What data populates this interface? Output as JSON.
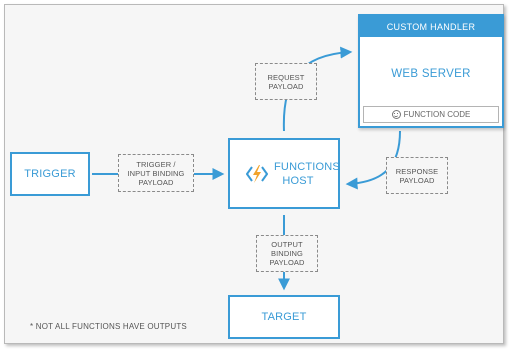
{
  "nodes": {
    "trigger": "TRIGGER",
    "functions_host": "FUNCTIONS\nHOST",
    "target": "TARGET"
  },
  "custom_handler": {
    "header": "CUSTOM HANDLER",
    "server": "WEB SERVER",
    "function_code": "FUNCTION CODE"
  },
  "payloads": {
    "trigger_input": "TRIGGER /\nINPUT BINDING\nPAYLOAD",
    "request": "REQUEST\nPAYLOAD",
    "response": "RESPONSE\nPAYLOAD",
    "output": "OUTPUT\nBINDING\nPAYLOAD"
  },
  "footnote": "* NOT ALL FUNCTIONS HAVE OUTPUTS",
  "colors": {
    "accent": "#3a9bd6",
    "lightning_orange": "#f2a32a",
    "lightning_blue": "#3a9bd6"
  },
  "icons": {
    "host": "azure-functions-lightning-icon",
    "function_code": "smiley-icon"
  }
}
